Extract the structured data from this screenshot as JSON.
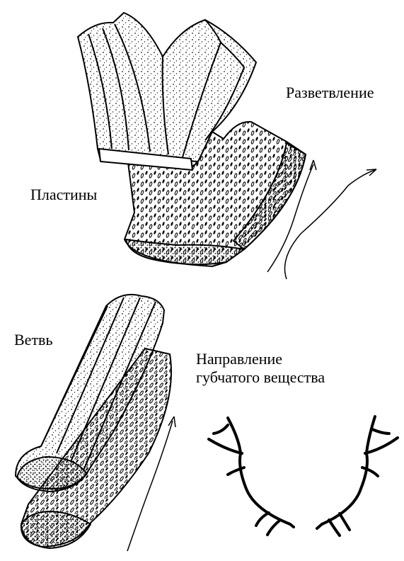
{
  "diagram": {
    "labels": {
      "branching": "Разветвление",
      "plates": "Пластины",
      "branch": "Ветвь",
      "direction_line1": "Направление",
      "direction_line2": "губчатого вещества"
    },
    "colors": {
      "ink": "#000000",
      "background": "#ffffff",
      "stipple": "#1a1a1a"
    }
  }
}
